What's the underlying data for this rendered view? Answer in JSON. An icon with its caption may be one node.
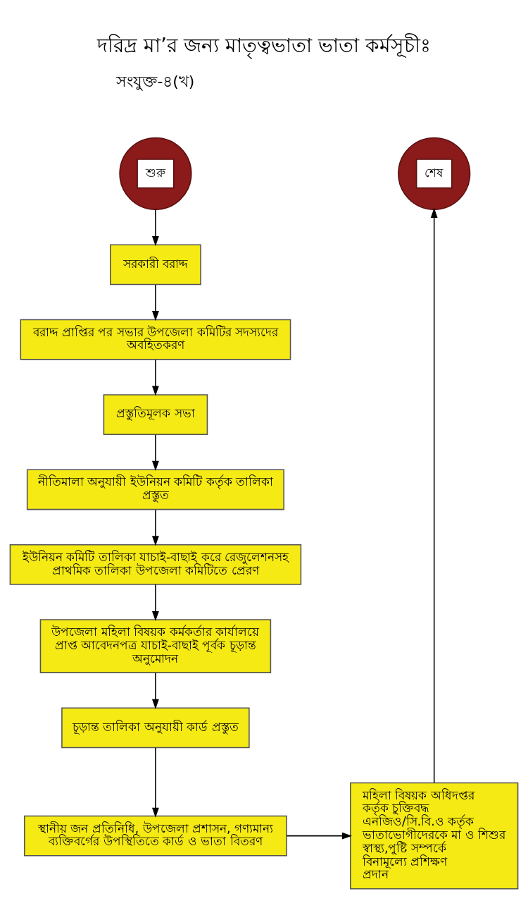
{
  "diagram": {
    "title": "দরিদ্র মা’র জন্য মাতৃত্বভাতা ভাতা কর্মসূচীঃ",
    "nodes": [
      {
        "text": [
          "শুরু"
        ]
      },
      {
        "text": [
          "সরকারী বরাদ্দ"
        ]
      },
      {
        "text": [
          "বরাদ্দ প্রাপ্তির পর সভার উপজেলা কমিটির সদস্যদের অবহিতকরণ"
        ]
      },
      {
        "text": [
          "প্রস্তুতিমূলক সভা"
        ]
      },
      {
        "text": [
          "নীতিমালা অনুযায়ী ইউনিয়ন কমিটি কর্তৃক তালিকা প্রস্তুত"
        ]
      },
      {
        "text": [
          "ইউনিয়ন কমিটি তালিকা যাচাই-বাছাই করে রেজুলেশনসহ প্রাথমিক তালিকা উপজেলা কমিটিতে প্রেরণ"
        ]
      },
      {
        "text": [
          "উপজেলা মহিলা বিষয়ক কর্মকর্তার কার্যালয়ে প্রাপ্ত আবেদনপত্র যাচাই-বাছাই পূর্বক চূড়ান্ত অনুমোদন"
        ]
      },
      {
        "text": [
          "চূড়ান্ত তালিকা অনুযায়ী কার্ড প্রস্তুত"
        ]
      },
      {
        "text": [
          "স্থানীয় জন প্রতিনিধি, উপজেলা প্রশাসন, গণ্যমান্য ব্যক্তিবর্গের উপস্থিতিতে কার্ড ও ভাতা বিতরণ"
        ]
      },
      {
        "text": [
          "মহিলা বিষয়ক অধিদপ্তর কর্তৃক চুক্তিবদ্ধ এনজিও/সি.বি.ও কর্তৃক ভাতাভোগীদেরকে মা ও শিশুর স্বাস্থ্য,পুষ্টি সম্পর্কে বিনামূল্যে প্রশিক্ষণ প্রদান"
        ]
      },
      {
        "text": [
          "শেষ"
        ]
      }
    ],
    "edges": [
      {
        "from": 0,
        "to": 1,
        "arrow": "to"
      },
      {
        "from": 1,
        "to": 2,
        "arrow": "to"
      },
      {
        "from": 2,
        "to": 3,
        "arrow": "to"
      },
      {
        "from": 3,
        "to": 4,
        "arrow": "to"
      },
      {
        "from": 4,
        "to": 5,
        "arrow": "to"
      },
      {
        "from": 5,
        "to": 6,
        "arrow": "to"
      },
      {
        "from": 6,
        "to": 7,
        "arrow": "to"
      },
      {
        "from": 7,
        "to": 8,
        "arrow": "to"
      },
      {
        "from": 8,
        "to": 9,
        "arrow": "to"
      },
      {
        "from": 9,
        "to": 10,
        "arrow": "to"
      }
    ],
    "labels": [
      "সংযুক্ত-৪(খ)"
    ]
  }
}
